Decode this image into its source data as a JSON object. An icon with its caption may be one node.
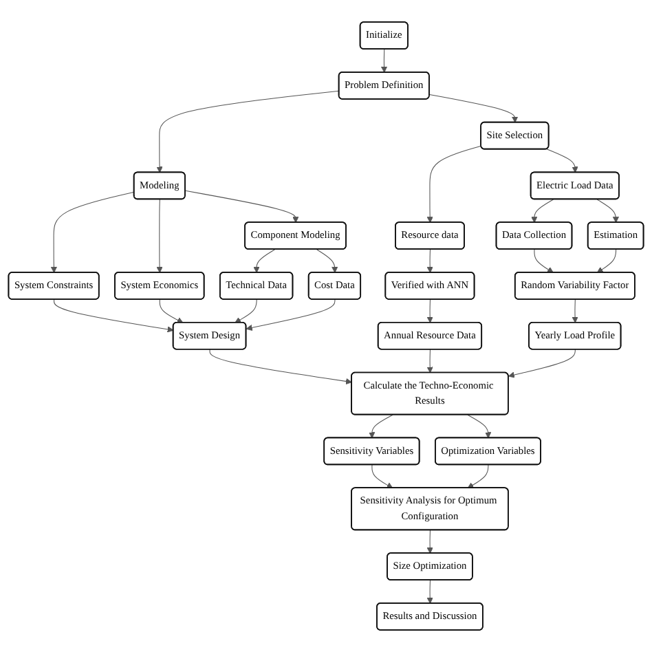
{
  "diagram": {
    "nodes": [
      {
        "text": [
          "Initialize"
        ]
      },
      {
        "text": [
          "Problem Definition"
        ]
      },
      {
        "text": [
          "Modeling"
        ]
      },
      {
        "text": [
          "Site Selection"
        ]
      },
      {
        "text": [
          "System Constraints"
        ]
      },
      {
        "text": [
          "System Economics"
        ]
      },
      {
        "text": [
          "Resource data"
        ]
      },
      {
        "text": [
          "Electric Load Data"
        ]
      },
      {
        "text": [
          "Component Modeling"
        ]
      },
      {
        "text": [
          "Verified with ANN"
        ]
      },
      {
        "text": [
          "Data Collection"
        ]
      },
      {
        "text": [
          "Estimation"
        ]
      },
      {
        "text": [
          "Technical Data"
        ]
      },
      {
        "text": [
          "Cost Data"
        ]
      },
      {
        "text": [
          "Random Variability Factor"
        ]
      },
      {
        "text": [
          "System Design"
        ]
      },
      {
        "text": [
          "Annual Resource Data"
        ]
      },
      {
        "text": [
          "Yearly Load Profile"
        ]
      },
      {
        "text": [
          "Calculate the Techno-Economic Results"
        ]
      },
      {
        "text": [
          "Sensitivity Variables"
        ]
      },
      {
        "text": [
          "Optimization Variables"
        ]
      },
      {
        "text": [
          "Sensitivity Analysis for Optimum Configuration"
        ]
      },
      {
        "text": [
          "Size Optimization"
        ]
      },
      {
        "text": [
          "Results and Discussion"
        ]
      }
    ],
    "edges": [
      {
        "from": 0,
        "to": 1,
        "arrow": "to"
      },
      {
        "from": 1,
        "to": 2,
        "arrow": "to"
      },
      {
        "from": 1,
        "to": 3,
        "arrow": "to"
      },
      {
        "from": 2,
        "to": 4,
        "arrow": "to"
      },
      {
        "from": 2,
        "to": 5,
        "arrow": "to"
      },
      {
        "from": 2,
        "to": 8,
        "arrow": "to"
      },
      {
        "from": 8,
        "to": 12,
        "arrow": "to"
      },
      {
        "from": 8,
        "to": 13,
        "arrow": "to"
      },
      {
        "from": 4,
        "to": 15,
        "arrow": "to"
      },
      {
        "from": 5,
        "to": 15,
        "arrow": "to"
      },
      {
        "from": 12,
        "to": 15,
        "arrow": "to"
      },
      {
        "from": 13,
        "to": 15,
        "arrow": "to"
      },
      {
        "from": 3,
        "to": 6,
        "arrow": "to"
      },
      {
        "from": 3,
        "to": 7,
        "arrow": "to"
      },
      {
        "from": 6,
        "to": 9,
        "arrow": "to"
      },
      {
        "from": 9,
        "to": 16,
        "arrow": "to"
      },
      {
        "from": 7,
        "to": 10,
        "arrow": "to"
      },
      {
        "from": 7,
        "to": 11,
        "arrow": "to"
      },
      {
        "from": 10,
        "to": 14,
        "arrow": "to"
      },
      {
        "from": 11,
        "to": 14,
        "arrow": "to"
      },
      {
        "from": 14,
        "to": 17,
        "arrow": "to"
      },
      {
        "from": 15,
        "to": 18,
        "arrow": "to"
      },
      {
        "from": 16,
        "to": 18,
        "arrow": "to"
      },
      {
        "from": 17,
        "to": 18,
        "arrow": "to"
      },
      {
        "from": 18,
        "to": 19,
        "arrow": "to"
      },
      {
        "from": 18,
        "to": 20,
        "arrow": "to"
      },
      {
        "from": 19,
        "to": 21,
        "arrow": "to"
      },
      {
        "from": 20,
        "to": 21,
        "arrow": "to"
      },
      {
        "from": 21,
        "to": 22,
        "arrow": "to"
      },
      {
        "from": 22,
        "to": 23,
        "arrow": "to"
      }
    ]
  }
}
